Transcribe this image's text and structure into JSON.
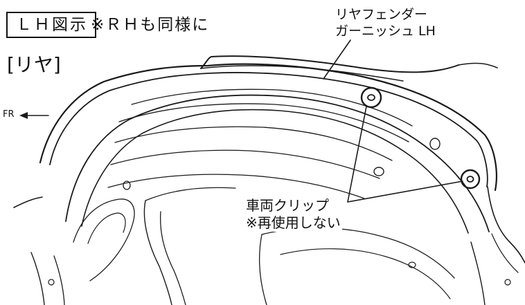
{
  "header": {
    "view_title": "ＬＨ図示",
    "same_note": "※ＲＨも同様に",
    "position_label": "[リヤ]"
  },
  "direction": {
    "label": "FR"
  },
  "callouts": {
    "part_name_line1": "リヤフェンダー",
    "part_name_line2": "ガーニッシュ LH",
    "clip_line1": "車両クリップ",
    "clip_line2": "※再使用しない"
  },
  "colors": {
    "line": "#1a1a1a",
    "background": "#ffffff"
  }
}
